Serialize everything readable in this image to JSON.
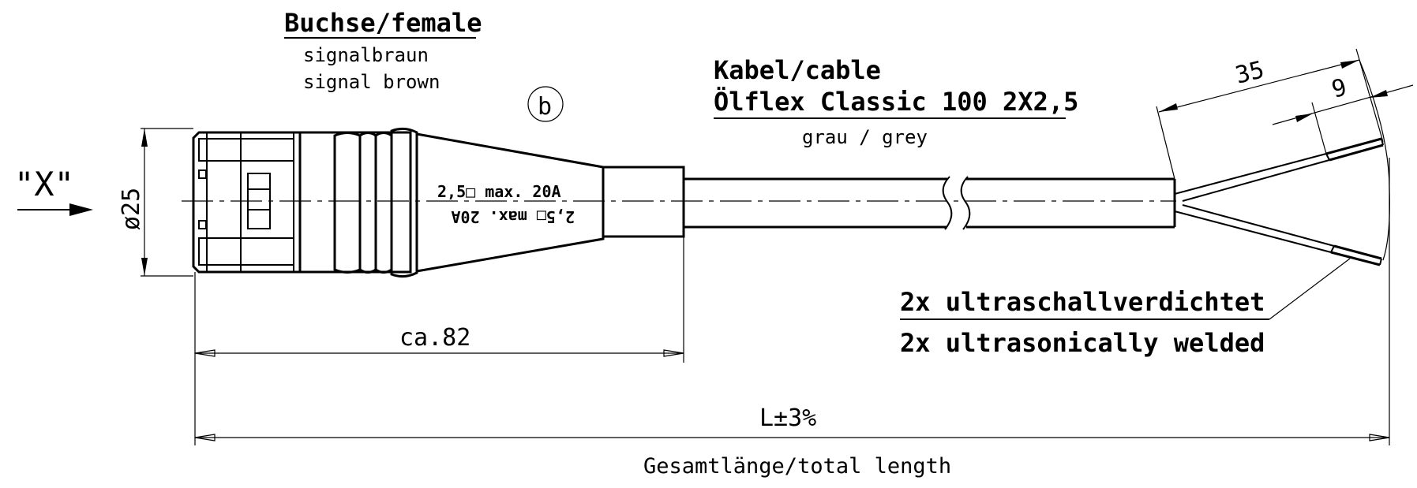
{
  "connector": {
    "title": "Buchse/female",
    "color_de": "signalbraun",
    "color_en": "signal brown",
    "variant": "b",
    "rating_top": "2,5□ max. 20A",
    "rating_bottom": "2,5□ max. 20A"
  },
  "view": {
    "label": "\"X\""
  },
  "cable": {
    "title": "Kabel/cable",
    "type": "Ölflex Classic 100 2X2,5",
    "color": "grau / grey"
  },
  "dimensions": {
    "diameter": "ø25",
    "connector_length": "ca.82",
    "total_length": "L±3%",
    "total_length_label": "Gesamtlänge/total length",
    "strip_length": "35",
    "wire_strip": "9"
  },
  "note": {
    "line1": "2x ultraschallverdichtet",
    "line2": "2x ultrasonically welded"
  }
}
